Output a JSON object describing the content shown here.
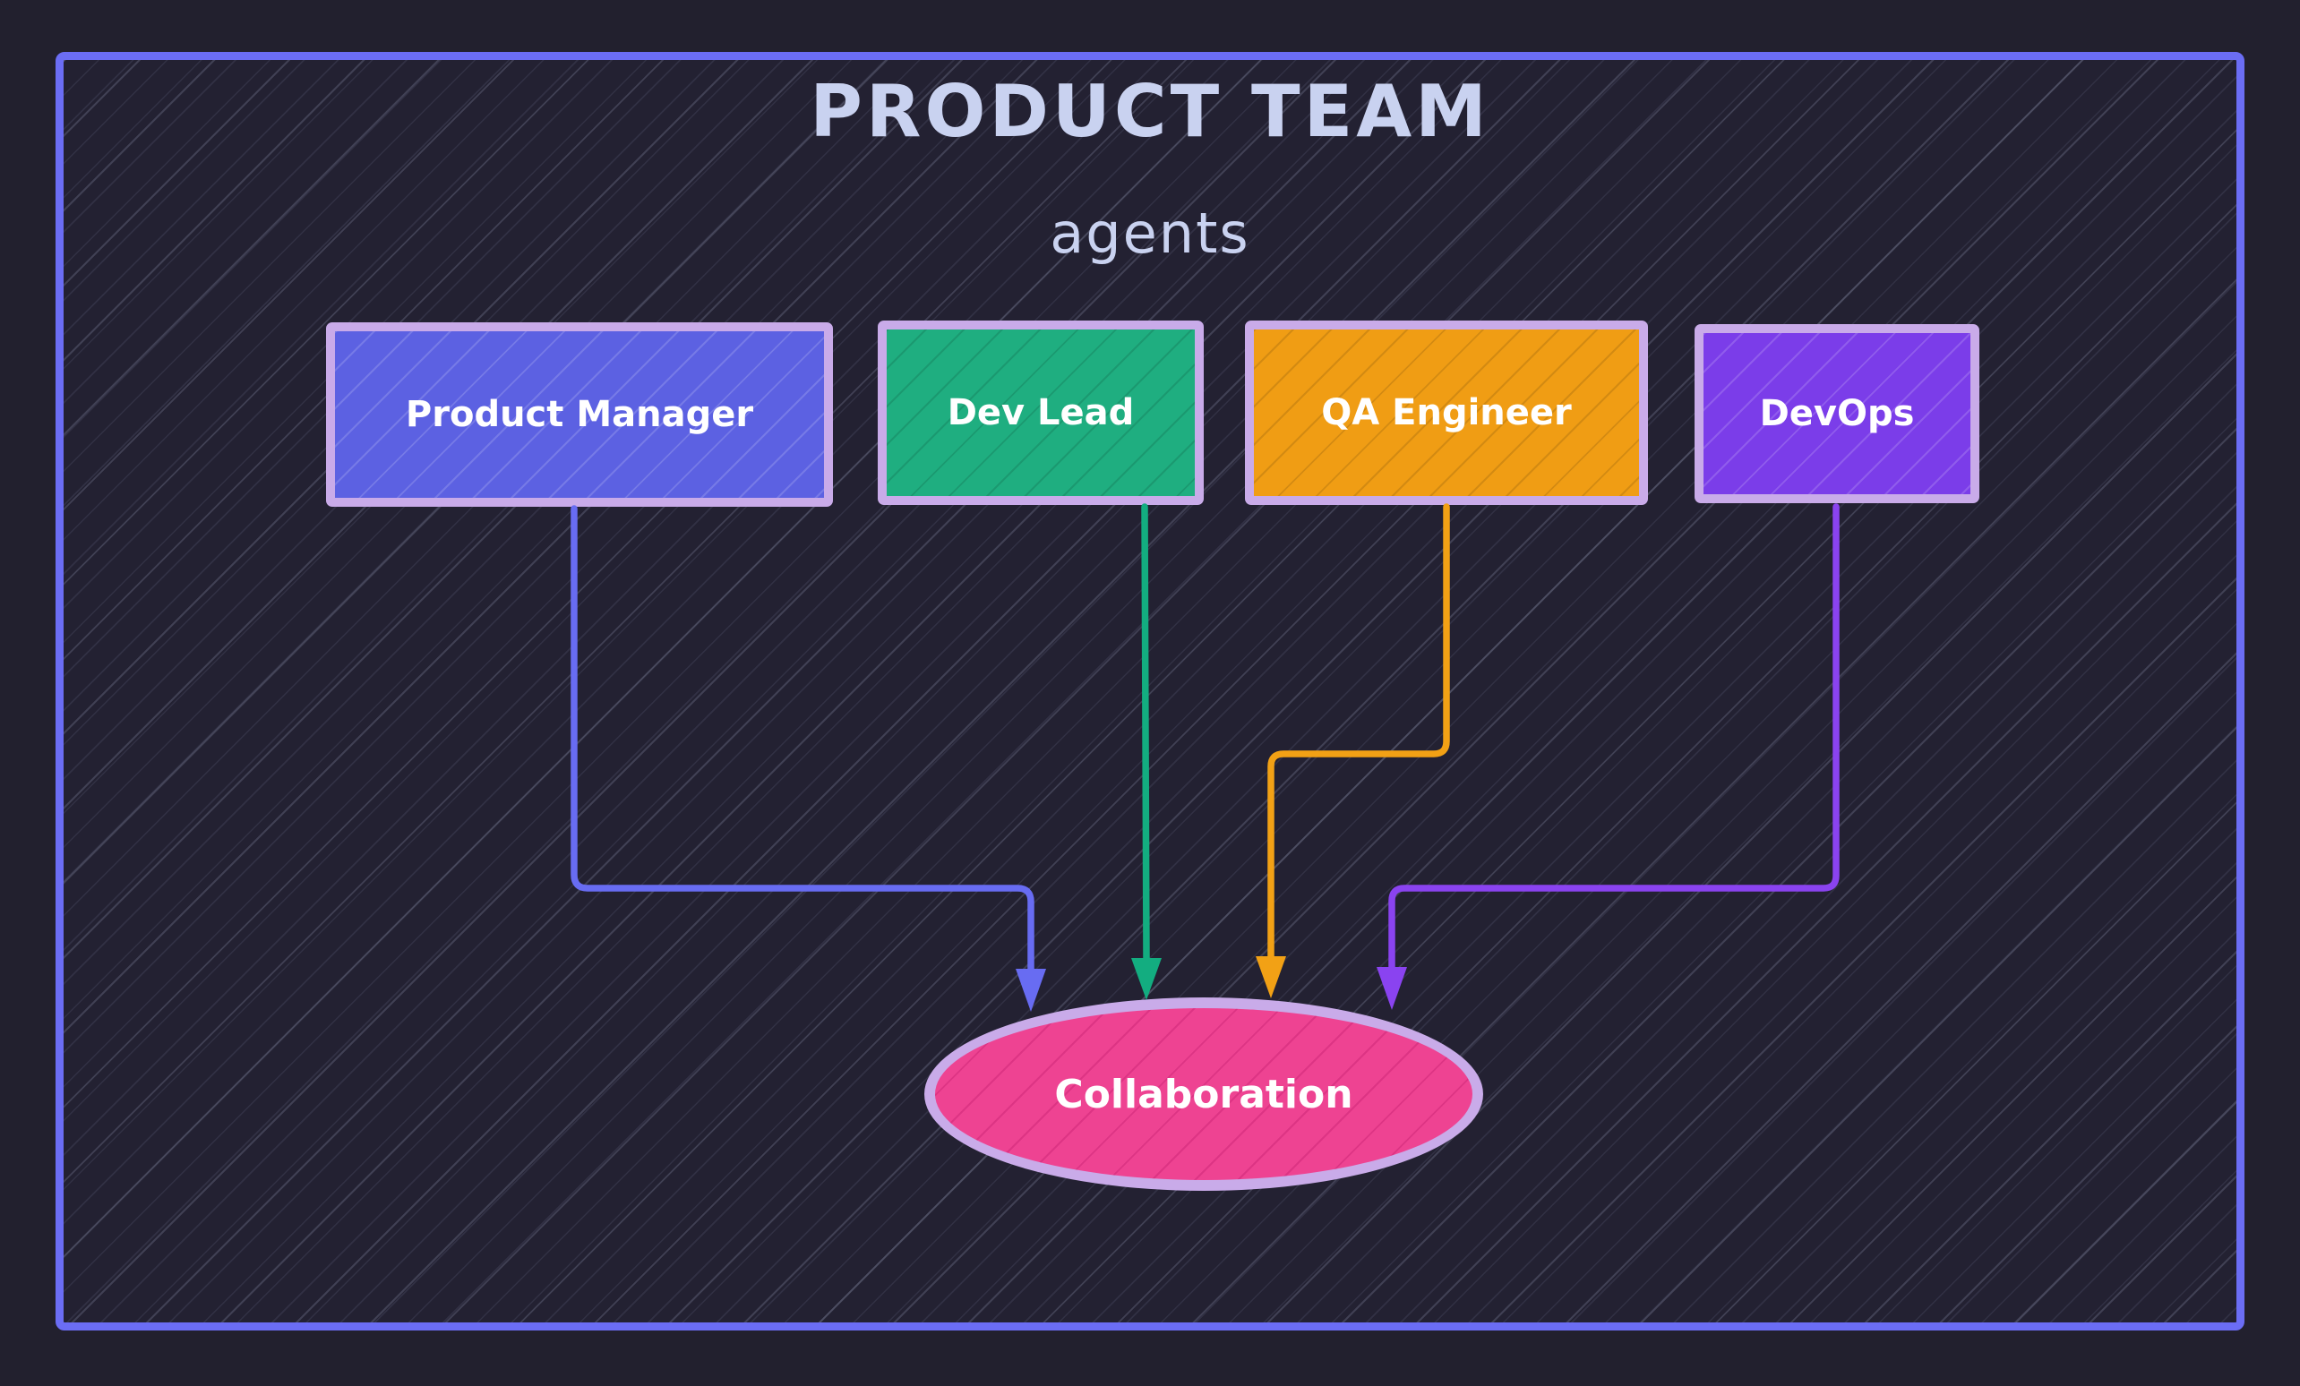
{
  "diagram": {
    "title": "PRODUCT TEAM",
    "subtitle": "agents",
    "nodes": [
      {
        "id": "product-manager",
        "label": "Product Manager",
        "fill": "#5c61e2"
      },
      {
        "id": "dev-lead",
        "label": "Dev Lead",
        "fill": "#1fae80"
      },
      {
        "id": "qa-engineer",
        "label": "QA Engineer",
        "fill": "#f09d14"
      },
      {
        "id": "devops",
        "label": "DevOps",
        "fill": "#7b3de9"
      }
    ],
    "hub": {
      "id": "collaboration",
      "label": "Collaboration",
      "fill": "#ee4392"
    },
    "edges": [
      {
        "from": "product-manager",
        "to": "collaboration",
        "color": "#686cf2"
      },
      {
        "from": "dev-lead",
        "to": "collaboration",
        "color": "#13ad80"
      },
      {
        "from": "qa-engineer",
        "to": "collaboration",
        "color": "#f2a115"
      },
      {
        "from": "devops",
        "to": "collaboration",
        "color": "#8a43f0"
      }
    ],
    "colors": {
      "background": "#232132",
      "frame_border": "#6b6df4",
      "shape_border": "#c9abe9",
      "heading_text": "#c9d2f0",
      "shape_text": "#ffffff"
    }
  }
}
